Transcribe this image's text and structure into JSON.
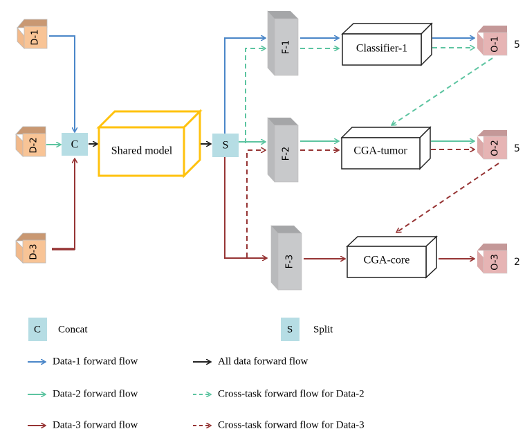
{
  "colors": {
    "data1": "#4a86c8",
    "data2": "#5cc4a0",
    "data3": "#963434",
    "all": "#222222",
    "input_front": "#f8c496",
    "input_top": "#c99872",
    "feature_front": "#c8c9cb",
    "feature_top": "#a5a6a8",
    "output_front": "#e6b4b4",
    "output_top": "#c49898",
    "op_box": "#b6dde4",
    "shared": "#ffc20e"
  },
  "inputs": [
    "D-1",
    "D-2",
    "D-3"
  ],
  "concat_label": "C",
  "shared_label": "Shared model",
  "split_label": "S",
  "features": [
    "F-1",
    "F-2",
    "F-3"
  ],
  "heads": [
    "Classifier-1",
    "CGA-tumor",
    "CGA-core"
  ],
  "outputs": [
    "O-1",
    "O-2",
    "O-3"
  ],
  "output_counts": [
    "5",
    "5",
    "2"
  ],
  "legend": {
    "concat_symbol": "C",
    "concat": "Concat",
    "split_symbol": "S",
    "split": "Split",
    "data1": "Data-1 forward flow",
    "all": "All data forward flow",
    "data2": "Data-2 forward flow",
    "cross2": "Cross-task forward flow for Data-2",
    "data3": "Data-3 forward flow",
    "cross3": "Cross-task forward flow for Data-3"
  }
}
